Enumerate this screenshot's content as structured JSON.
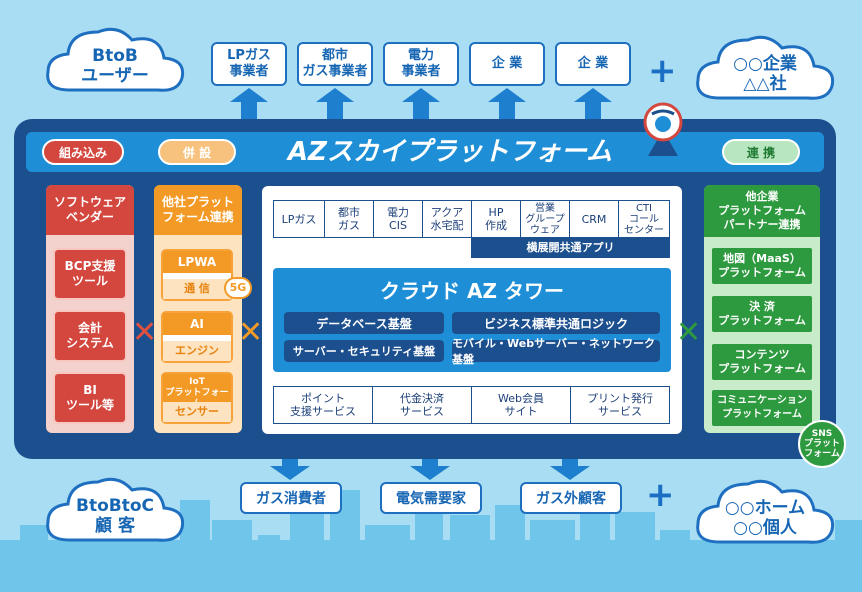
{
  "top_left_cloud": [
    "BtoB",
    "ユーザー"
  ],
  "top_boxes": [
    [
      "LPガス",
      "事業者"
    ],
    [
      "都市",
      "ガス事業者"
    ],
    [
      "電力",
      "事業者"
    ],
    [
      "企 業"
    ],
    [
      "企 業"
    ]
  ],
  "plus": "+",
  "top_right_cloud": [
    "○○企業",
    "△△社"
  ],
  "header": {
    "left_pill_1": "組み込み",
    "left_pill_2": "併 設",
    "title": "AZスカイプラットフォーム",
    "right_pill": "連 携"
  },
  "left_column": {
    "head": [
      "ソフトウェア",
      "ベンダー"
    ],
    "items": [
      [
        "BCP支援",
        "ツール"
      ],
      [
        "会計",
        "システム"
      ],
      [
        "BI",
        "ツール等"
      ]
    ]
  },
  "orange_column": {
    "head": [
      "他社プラット",
      "フォーム連携"
    ],
    "items": [
      {
        "top": "LPWA",
        "bottom": "通 信"
      },
      {
        "top": "AI",
        "bottom": "エンジン"
      },
      {
        "top": "IoT\nプラットフォーム",
        "bottom": "センサー"
      }
    ],
    "badge": "5G"
  },
  "apps": {
    "cells": [
      [
        "LPガス"
      ],
      [
        "都市",
        "ガス"
      ],
      [
        "電力",
        "CIS"
      ],
      [
        "アクア",
        "水宅配"
      ],
      [
        "HP",
        "作成"
      ],
      [
        "営業",
        "グループ",
        "ウェア"
      ],
      [
        "CRM"
      ],
      [
        "CTI",
        "コール",
        "センター"
      ]
    ],
    "common": "横展開共通アプリ"
  },
  "tower": {
    "title": "クラウド AZ タワー",
    "modules": [
      "データベース基盤",
      "ビジネス標準共通ロジック",
      "サーバー・セキュリティ基盤",
      "モバイル・Webサーバー・ネットワーク基盤"
    ]
  },
  "services": [
    [
      "ポイント",
      "支援サービス"
    ],
    [
      "代金決済",
      "サービス"
    ],
    [
      "Web会員",
      "サイト"
    ],
    [
      "プリント発行",
      "サービス"
    ]
  ],
  "right_column": {
    "head": [
      "他企業",
      "プラットフォーム",
      "パートナー連携"
    ],
    "items": [
      [
        "地図（MaaS）",
        "プラットフォーム"
      ],
      [
        "決 済",
        "プラットフォーム"
      ],
      [
        "コンテンツ",
        "プラットフォーム"
      ],
      [
        "コミュニケーション",
        "プラットフォーム"
      ]
    ],
    "sns": [
      "SNS",
      "プラット",
      "フォーム"
    ]
  },
  "bottom_boxes": [
    "ガス消費者",
    "電気需要家",
    "ガス外顧客"
  ],
  "bottom_left_cloud": [
    "BtoBtoC",
    "顧 客"
  ],
  "bottom_right_cloud": [
    "○○ホーム",
    "○○個人"
  ],
  "colors": {
    "frame": "#1c4f8e",
    "accent": "#1e8fd6",
    "red": "#d3473f",
    "orange": "#f39a26",
    "green": "#2e9a3f",
    "sky": "#a9ddf3"
  }
}
